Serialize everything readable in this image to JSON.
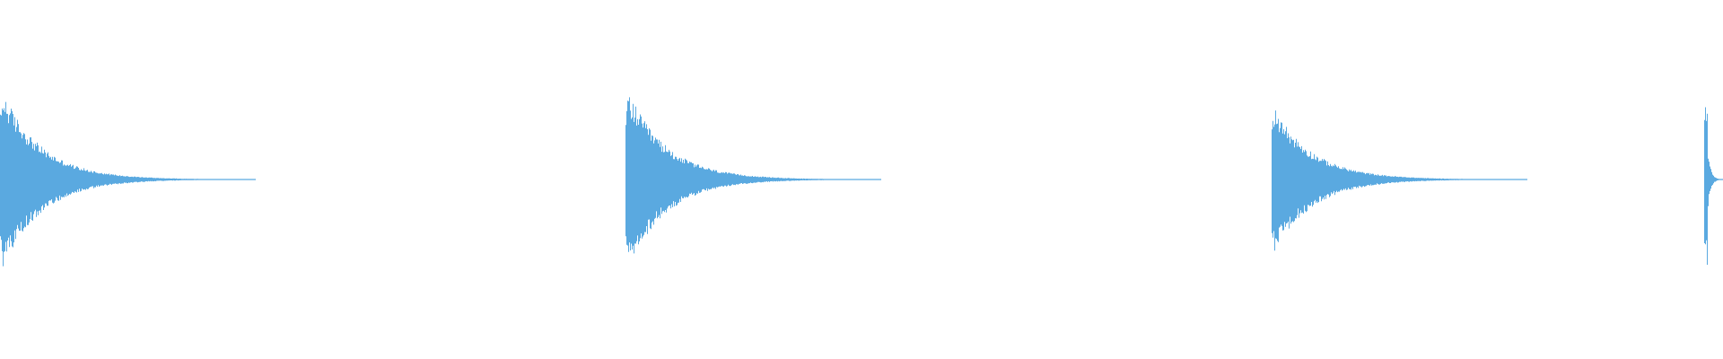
{
  "waveform": {
    "color": "#5aa9e0",
    "background": "#ffffff",
    "hits": [
      {
        "position": 0.0,
        "peak": 1.0,
        "decay": 0.33
      },
      {
        "position": 0.363,
        "peak": 1.0,
        "decay": 0.33
      },
      {
        "position": 0.738,
        "peak": 0.82,
        "decay": 0.33
      },
      {
        "position": 0.989,
        "peak": 1.0,
        "decay": 0.11
      }
    ]
  }
}
